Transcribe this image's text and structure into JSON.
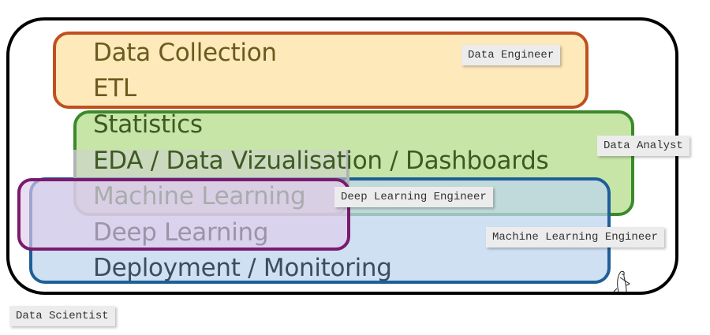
{
  "areas": [
    {
      "label": "Data Collection",
      "color": "#6b5a1f"
    },
    {
      "label": "ETL",
      "color": "#6b5a1f"
    },
    {
      "label": "Statistics",
      "color": "#3d5a23"
    },
    {
      "label": "EDA / Data Vizualisation / Dashboards",
      "color": "#3d5a23"
    },
    {
      "label": "Machine Learning",
      "color": "#a9acad"
    },
    {
      "label": "Deep Learning",
      "color": "#9d93a8"
    },
    {
      "label": "Deployment / Monitoring",
      "color": "#3b4d5e"
    }
  ],
  "roles": {
    "data_engineer": "Data Engineer",
    "data_analyst": "Data Analyst",
    "deep_learning_engineer": "Deep Learning Engineer",
    "machine_learning_engineer": "Machine Learning Engineer",
    "data_scientist": "Data Scientist"
  },
  "colors": {
    "data_engineer": "#c0501f",
    "data_analyst": "#3a8a2a",
    "ml_engineer": "#1f5f99",
    "dl_engineer": "#7a1a6e",
    "data_scientist": "#000000"
  }
}
